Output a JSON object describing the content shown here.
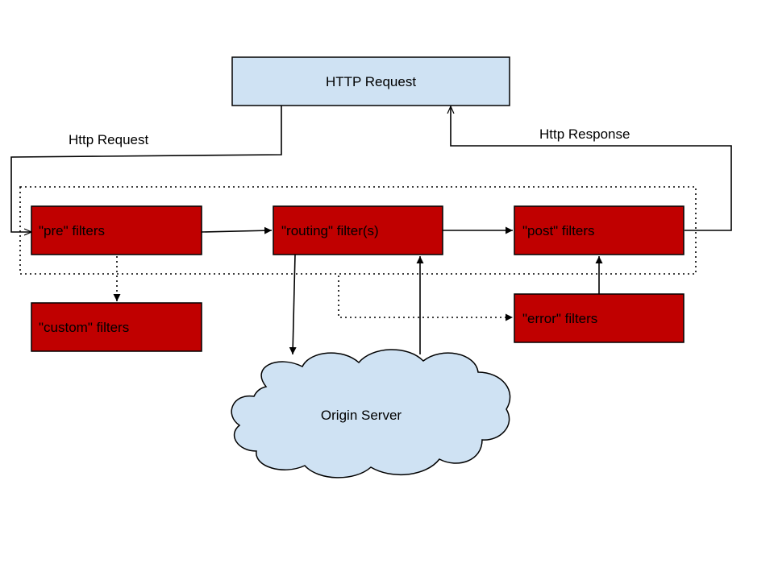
{
  "colors": {
    "request_box_fill": "#cfe2f3",
    "filter_box_fill": "#c00000",
    "cloud_fill": "#cfe2f3",
    "stroke": "#000000",
    "text": "#000000"
  },
  "nodes": {
    "http_request": {
      "label": "HTTP Request"
    },
    "pre": {
      "label": "\"pre\" filters"
    },
    "routing": {
      "label": "\"routing\" filter(s)"
    },
    "post": {
      "label": "\"post\" filters"
    },
    "custom": {
      "label": "\"custom\" filters"
    },
    "error": {
      "label": "\"error\" filters"
    },
    "origin": {
      "label": "Origin Server"
    }
  },
  "edge_labels": {
    "request": "Http Request",
    "response": "Http Response"
  }
}
